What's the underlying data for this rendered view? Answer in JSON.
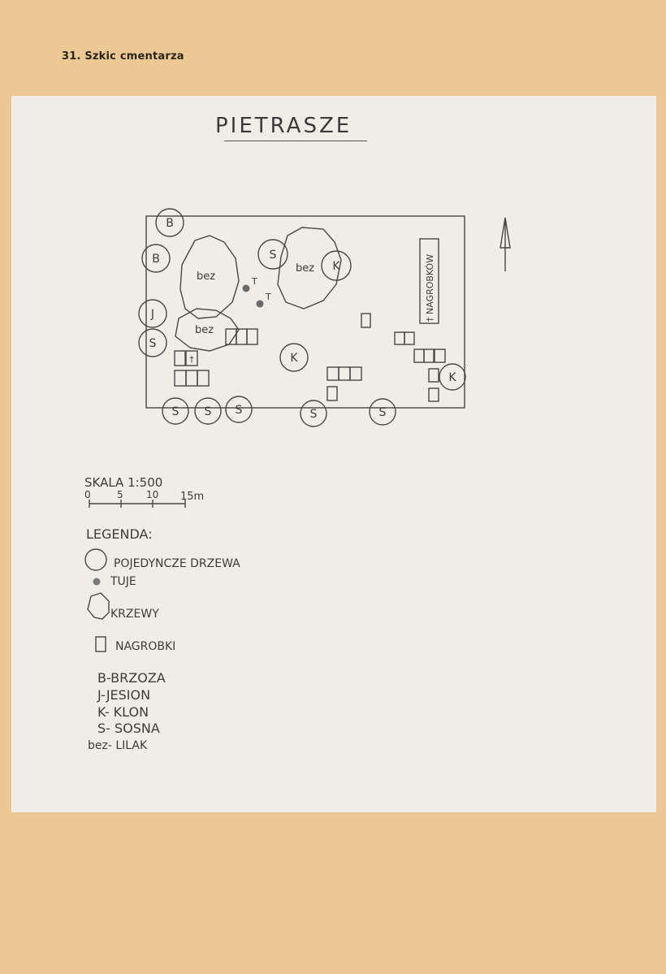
{
  "caption": "31. Szkic cmentarza",
  "map": {
    "title": "PIETRASZE",
    "trees": [
      {
        "code": "B"
      },
      {
        "code": "B"
      },
      {
        "code": "J"
      },
      {
        "code": "S"
      },
      {
        "code": "S"
      },
      {
        "code": "K"
      },
      {
        "code": "K"
      },
      {
        "code": "K"
      },
      {
        "code": "S"
      },
      {
        "code": "S"
      },
      {
        "code": "S"
      },
      {
        "code": "S"
      },
      {
        "code": "S"
      }
    ],
    "shrub_label": "bez",
    "thuja_label": "T",
    "grave_cross": "†",
    "vertical_label": "† NAGROBKÓW"
  },
  "scale": {
    "label": "SKALA  1:500",
    "ticks": [
      "0",
      "5",
      "10",
      "15m"
    ]
  },
  "legend": {
    "title": "LEGENDA:",
    "items": [
      {
        "symbol": "circle-icon",
        "label": "POJEDYNCZE  DRZEWA"
      },
      {
        "symbol": "dot-icon",
        "label": "TUJE"
      },
      {
        "symbol": "shrub-icon",
        "label": "KRZEWY"
      },
      {
        "symbol": "rect-icon",
        "label": "NAGROBKI"
      }
    ],
    "codes": [
      "B-BRZOZA",
      "J-JESION",
      "K- KLON",
      "S- SOSNA",
      "bez- LILAK"
    ]
  },
  "colors": {
    "paper": "#ecc994",
    "sheet": "#efede5",
    "ink": "#3a3a3a"
  }
}
